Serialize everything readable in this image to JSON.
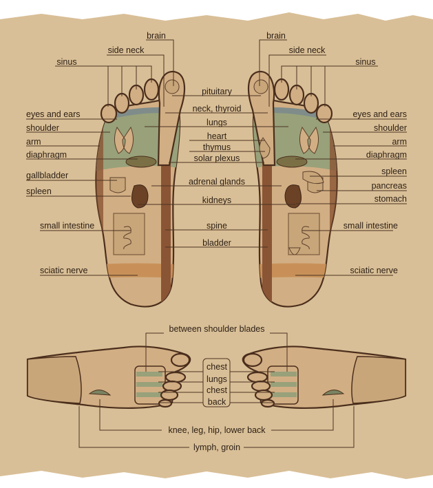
{
  "colors": {
    "paper": "#d9bf97",
    "skin": "#d2ae84",
    "green": "#98a17a",
    "brown": "#8a5535",
    "outline": "#4a2e1c",
    "band": "#c89058"
  },
  "top_left": {
    "brain": "brain",
    "side_neck": "side neck",
    "sinus": "sinus",
    "left": [
      "eyes and ears",
      "shoulder",
      "arm",
      "diaphragm",
      "gallbladder",
      "spleen",
      "small intestine",
      "sciatic nerve"
    ]
  },
  "top_right": {
    "brain": "brain",
    "side_neck": "side neck",
    "sinus": "sinus",
    "right": [
      "eyes and ears",
      "shoulder",
      "arm",
      "diaphragm",
      "spleen",
      "pancreas",
      "stomach",
      "small intestine",
      "sciatic nerve"
    ]
  },
  "center": [
    "pituitary",
    "neck, thyroid",
    "lungs",
    "heart",
    "thymus",
    "solar plexus",
    "adrenal glands",
    "kidneys",
    "spine",
    "bladder"
  ],
  "bottom": {
    "top": "between shoulder blades",
    "box": [
      "chest",
      "lungs",
      "chest",
      "back"
    ],
    "knee": "knee, leg, hip, lower back",
    "lymph": "lymph, groin"
  }
}
